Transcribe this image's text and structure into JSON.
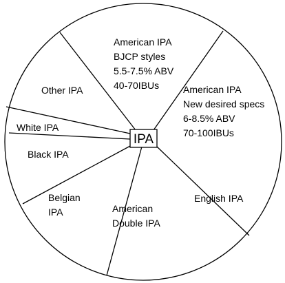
{
  "diagram": {
    "center": "IPA",
    "segments": [
      {
        "id": "american-ipa-bjcp",
        "lines": [
          "American IPA",
          "BJCP styles",
          "5.5-7.5% ABV",
          "40-70IBUs"
        ]
      },
      {
        "id": "american-ipa-new",
        "lines": [
          "American IPA",
          "New desired specs",
          "6-8.5% ABV",
          "70-100IBUs"
        ]
      },
      {
        "id": "english-ipa",
        "lines": [
          "English IPA"
        ]
      },
      {
        "id": "american-double-ipa",
        "lines": [
          "American",
          "Double IPA"
        ]
      },
      {
        "id": "belgian-ipa",
        "lines": [
          "Belgian",
          "IPA"
        ]
      },
      {
        "id": "black-ipa",
        "lines": [
          "Black IPA"
        ]
      },
      {
        "id": "white-ipa",
        "lines": [
          "White IPA"
        ]
      },
      {
        "id": "other-ipa",
        "lines": [
          "Other IPA"
        ]
      }
    ]
  }
}
